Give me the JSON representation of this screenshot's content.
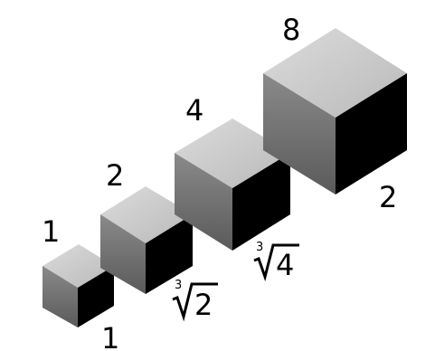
{
  "cubes": [
    {
      "volume_label": "1",
      "edge_label": "1",
      "edge_root_index": "",
      "edge_radicand": ""
    },
    {
      "volume_label": "2",
      "edge_label": "",
      "edge_root_index": "3",
      "edge_radicand": "2"
    },
    {
      "volume_label": "4",
      "edge_label": "",
      "edge_root_index": "3",
      "edge_radicand": "4"
    },
    {
      "volume_label": "8",
      "edge_label": "2",
      "edge_root_index": "",
      "edge_radicand": ""
    }
  ],
  "colors": {
    "background": "#ffffff",
    "top_face": "#c8c8c8",
    "left_face": "#6e6e6e",
    "right_face": "#000000",
    "text": "#000000"
  }
}
